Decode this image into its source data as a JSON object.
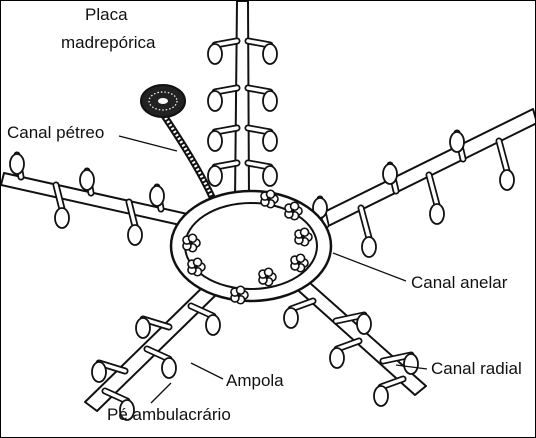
{
  "labels": {
    "placa_line1": "Placa",
    "placa_line2": "madrepórica",
    "canal_petreo": "Canal pétreo",
    "canal_anelar": "Canal anelar",
    "canal_radial": "Canal radial",
    "ampola": "Ampola",
    "pe_ambulacrario": "Pé ambulacrário"
  },
  "colors": {
    "ink": "#111111",
    "fill": "#ffffff"
  }
}
